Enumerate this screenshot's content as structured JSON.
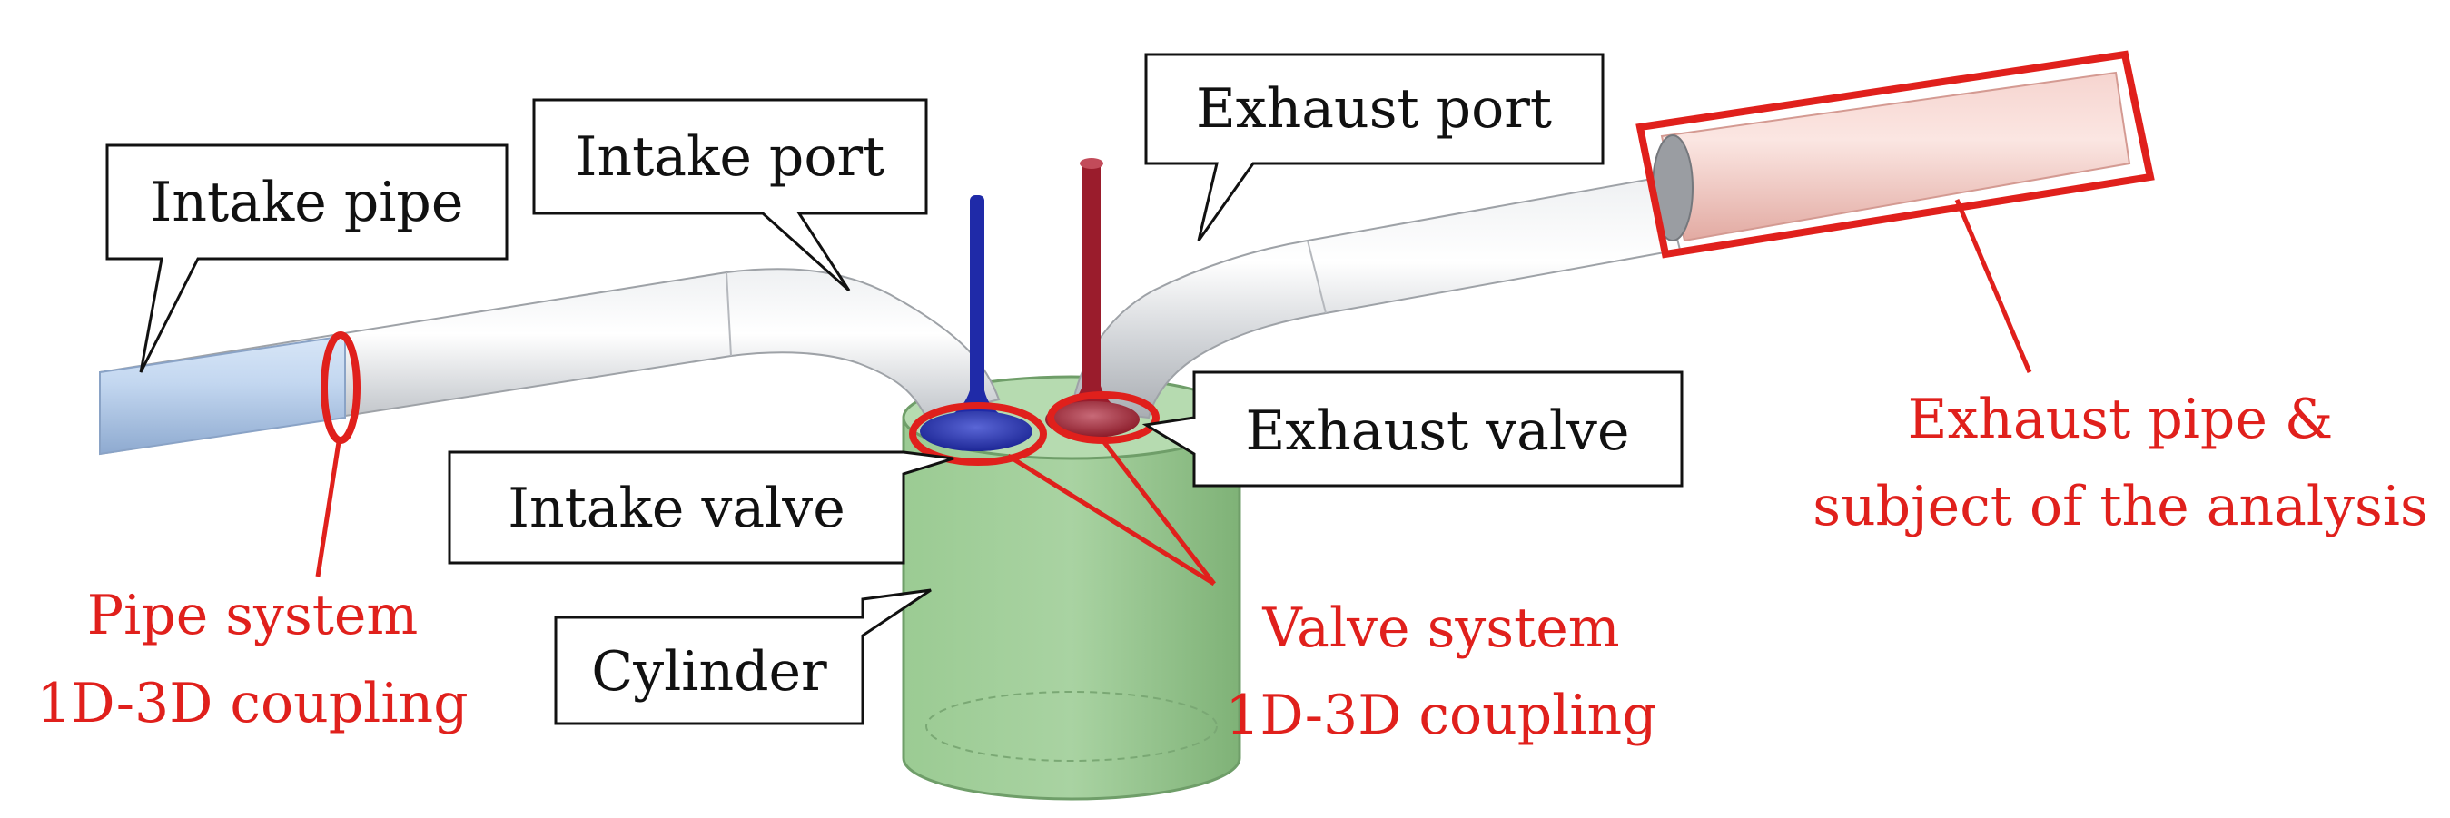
{
  "labels": {
    "intake_pipe": "Intake pipe",
    "intake_port": "Intake port",
    "exhaust_port": "Exhaust port",
    "exhaust_valve": "Exhaust valve",
    "intake_valve": "Intake valve",
    "cylinder": "Cylinder"
  },
  "annotations": {
    "pipe_coupling": [
      "Pipe system",
      "1D-3D coupling"
    ],
    "valve_coupling": [
      "Valve system",
      "1D-3D coupling"
    ],
    "exhaust_subject": [
      "Exhaust pipe &",
      "subject of the analysis"
    ]
  },
  "colors": {
    "highlight_red": "#e0201c",
    "cylinder_green": "#8fc48a",
    "intake_valve_blue": "#1f2aa8",
    "exhaust_valve_red": "#9a1c2c",
    "intake_pipe_blue": "#a9c4e6",
    "pipe_grey": "#d4d6d9"
  }
}
